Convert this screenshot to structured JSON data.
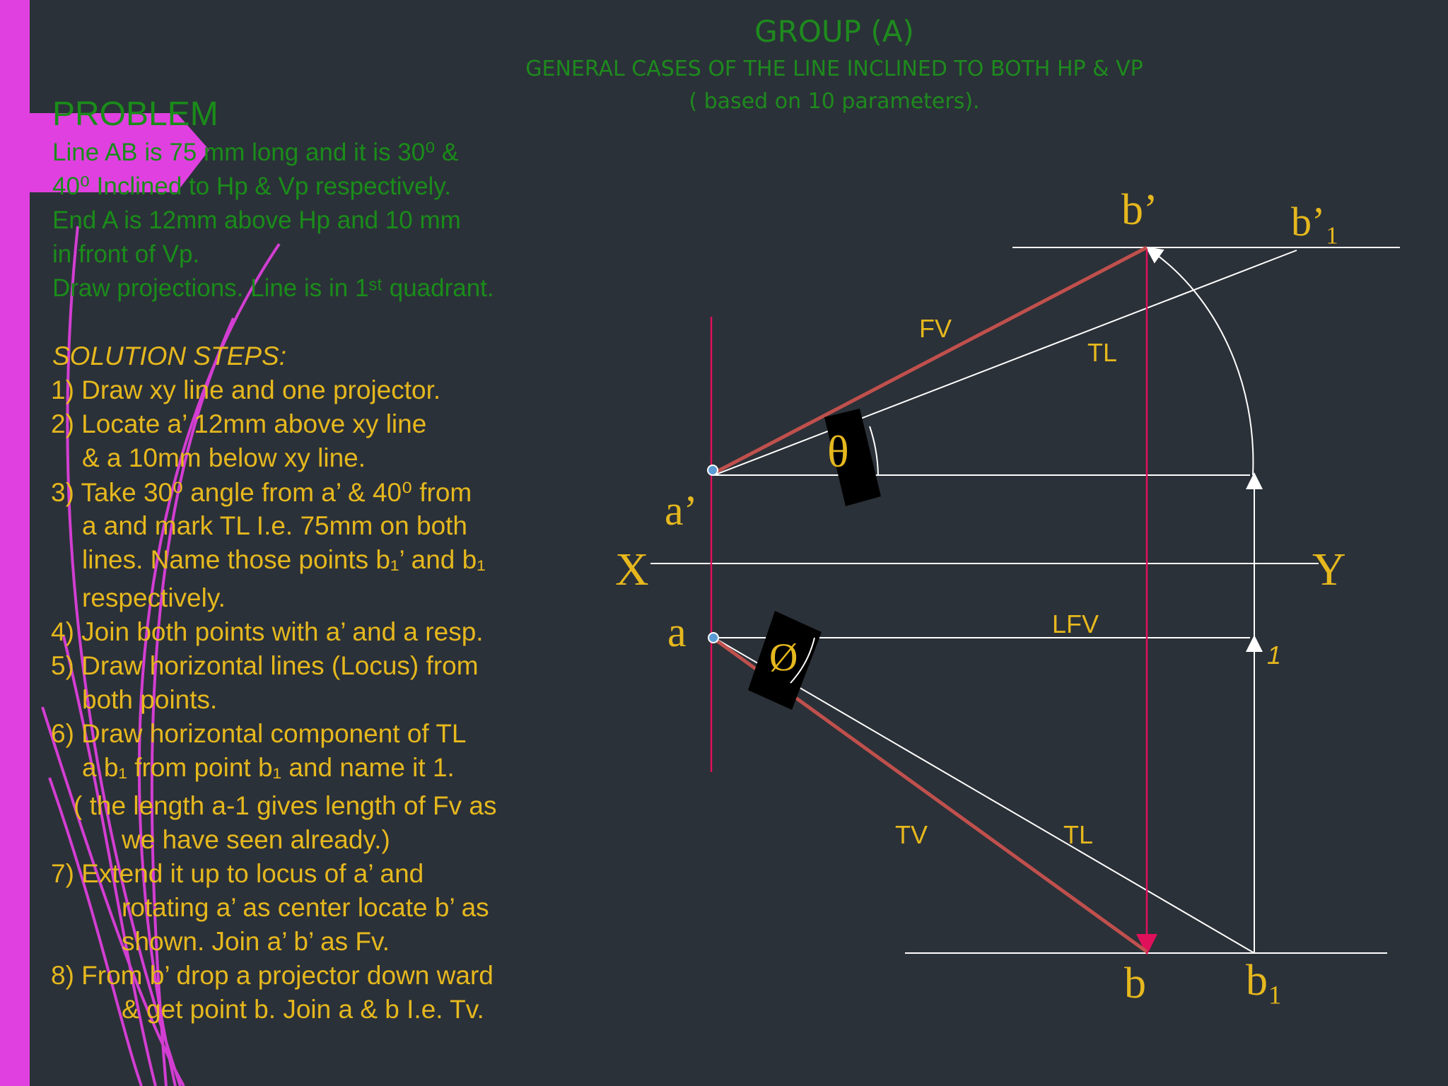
{
  "header": {
    "title": "GROUP (A)",
    "subtitle": "GENERAL CASES OF THE LINE INCLINED TO BOTH HP & VP",
    "note": "( based on 10  parameters)."
  },
  "problem": {
    "heading": "PROBLEM",
    "lines": [
      "Line AB is 75 mm long and it is 30⁰ &",
      "40⁰ Inclined to Hp & Vp respectively.",
      "End A is 12mm above Hp and  10 mm",
      "in front of Vp.",
      "Draw projections. Line is in 1ˢᵗ quadrant."
    ]
  },
  "solution": {
    "heading": "SOLUTION STEPS:",
    "lines": [
      "1) Draw xy line and one projector.",
      "2) Locate a’ 12mm above xy line",
      "& a 10mm below xy line.",
      "3) Take 30⁰ angle from a’ & 40⁰ from",
      "a  and mark TL I.e. 75mm on both",
      "lines. Name those points b₁’ and b₁",
      "respectively.",
      "4) Join both points with a’ and a resp.",
      "5) Draw horizontal lines (Locus) from",
      "both points.",
      "6) Draw horizontal component of TL",
      "a b₁ from point b₁ and name it 1.",
      "( the length a-1 gives length of Fv as",
      "we have seen already.)",
      "7) Extend it up to locus of a’ and",
      "rotating  a’ as center locate b’ as",
      "shown. Join a’ b’ as Fv.",
      "8) From b’ drop a projector down ward",
      "& get point b. Join a & b I.e. Tv."
    ]
  },
  "diagram": {
    "labels": {
      "b_prime": "b’",
      "b1_prime": "b’₁",
      "a_prime": "a’",
      "a": "a",
      "b": "b",
      "b1": "b₁",
      "x": "X",
      "y": "Y",
      "theta": "θ",
      "phi": "Ø",
      "fv": "FV",
      "tl_top": "TL",
      "lfv": "LFV",
      "one": "1",
      "tv": "TV",
      "tl_bottom": "TL"
    }
  },
  "colors": {
    "background": "#2b3138",
    "magenta": "#e040e0",
    "green_text": "#1a8c1a",
    "yellow_text": "#e6b81e",
    "fv_tv_line": "#c0504d",
    "projector": "#e0105a",
    "construction": "#ffffff"
  }
}
